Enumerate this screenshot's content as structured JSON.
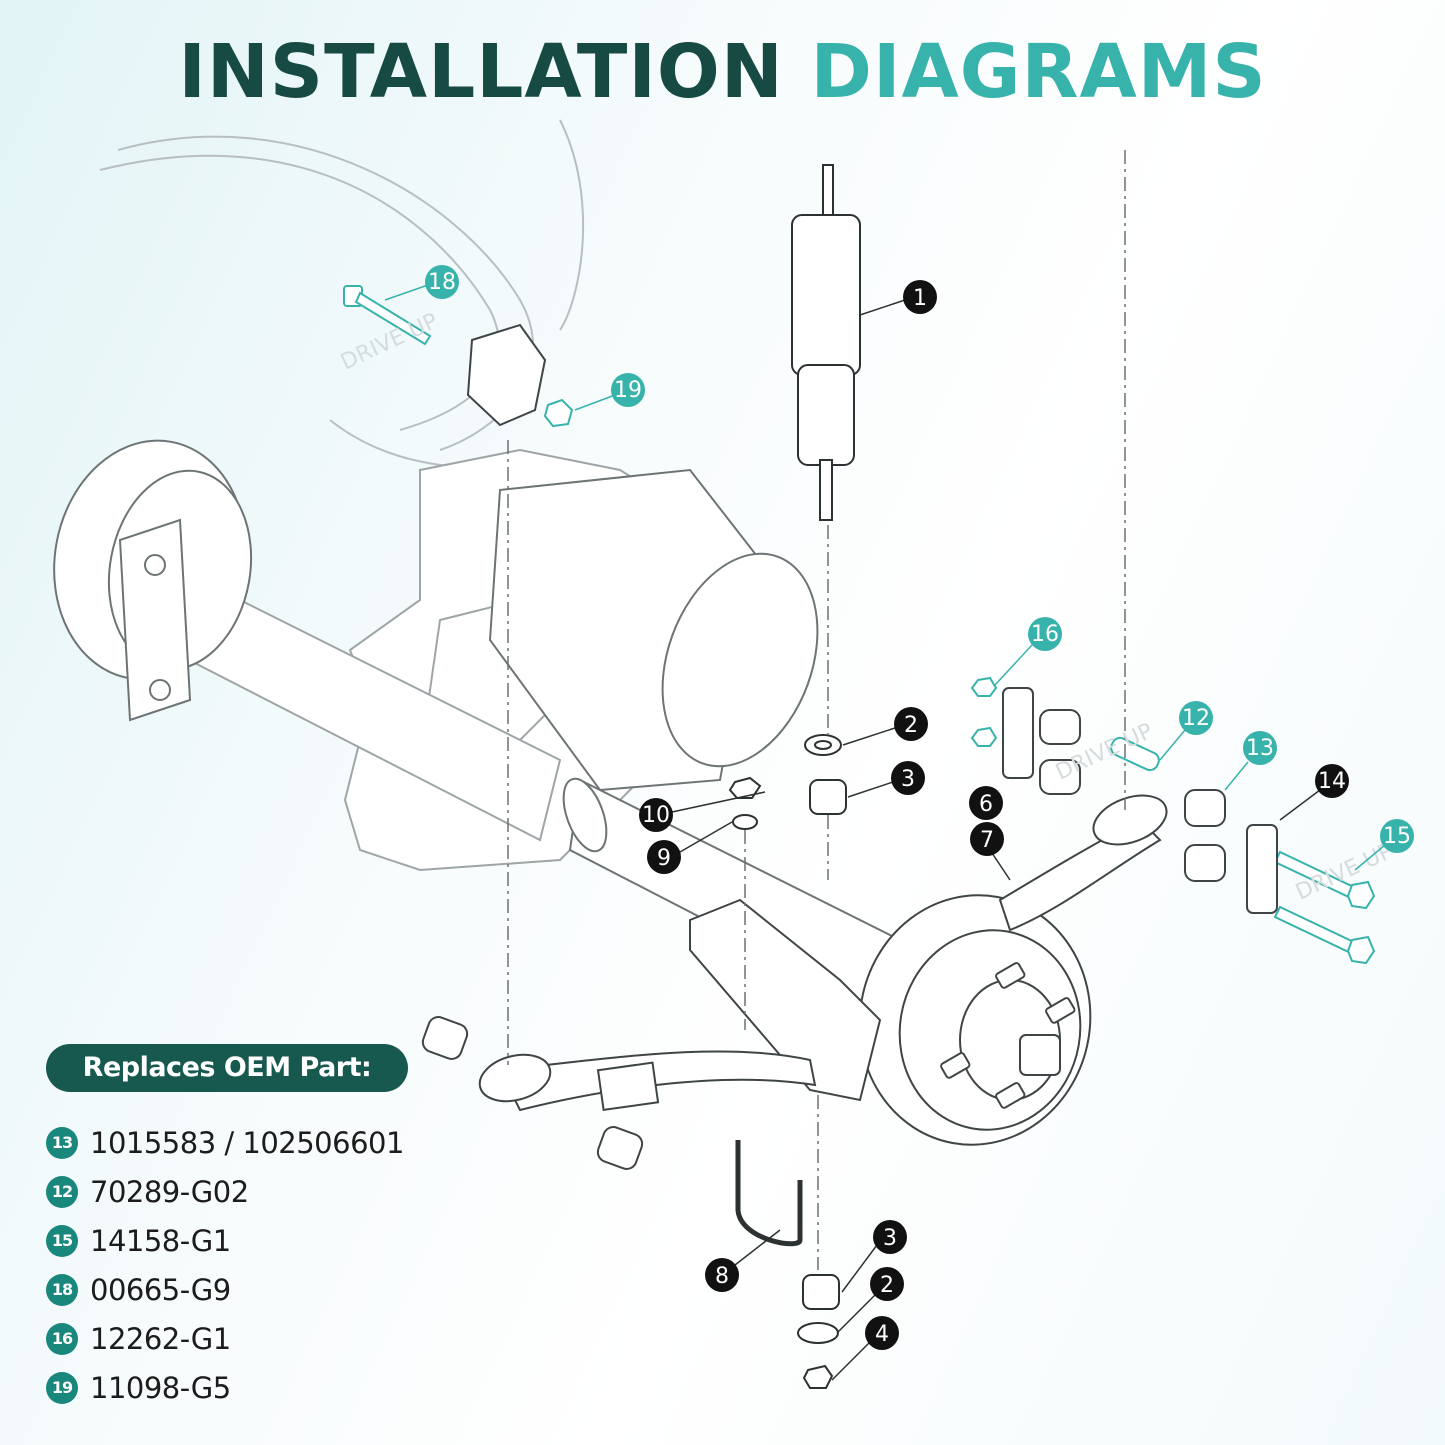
{
  "title": {
    "part1": "INSTALLATION",
    "part2": "DIAGRAMS"
  },
  "colors": {
    "dark_teal": "#174a43",
    "accent_teal": "#37b3ab",
    "badge_teal": "#19877b",
    "black": "#111111"
  },
  "callouts": {
    "c1": "1",
    "c2a": "2",
    "c3a": "3",
    "c2b": "2",
    "c3b": "3",
    "c4": "4",
    "c6": "6",
    "c7": "7",
    "c8": "8",
    "c9": "9",
    "c10": "10",
    "c12": "12",
    "c13": "13",
    "c14": "14",
    "c15": "15",
    "c16": "16",
    "c18": "18",
    "c19": "19"
  },
  "watermark": "DRIVE UP",
  "oem": {
    "label": "Replaces OEM Part:",
    "items": [
      {
        "badge": "13",
        "part": "1015583 / 102506601"
      },
      {
        "badge": "12",
        "part": "70289-G02"
      },
      {
        "badge": "15",
        "part": "14158-G1"
      },
      {
        "badge": "18",
        "part": "00665-G9"
      },
      {
        "badge": "16",
        "part": "12262-G1"
      },
      {
        "badge": "19",
        "part": "11098-G5"
      }
    ]
  }
}
